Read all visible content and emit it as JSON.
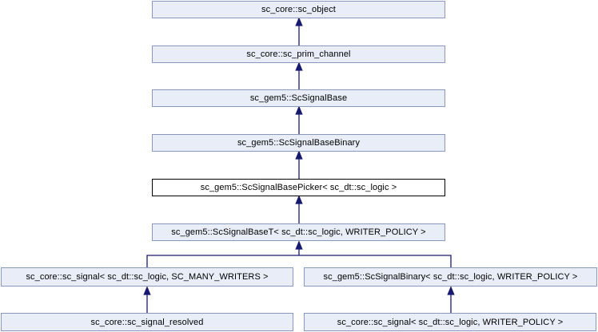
{
  "diagram": {
    "type": "class-inheritance",
    "tool_style": "doxygen",
    "nodes": [
      {
        "id": "sc-core-sc-object",
        "label": "sc_core::sc_object",
        "current": false
      },
      {
        "id": "sc-core-sc-prim-channel",
        "label": "sc_core::sc_prim_channel",
        "current": false
      },
      {
        "id": "sc-gem5-scsignalbase",
        "label": "sc_gem5::ScSignalBase",
        "current": false
      },
      {
        "id": "sc-gem5-scsignalbasebinary",
        "label": "sc_gem5::ScSignalBaseBinary",
        "current": false
      },
      {
        "id": "sc-gem5-scsignalbasepicker",
        "label": "sc_gem5::ScSignalBasePicker< sc_dt::sc_logic >",
        "current": true
      },
      {
        "id": "sc-gem5-scsignalbaset",
        "label": "sc_gem5::ScSignalBaseT< sc_dt::sc_logic, WRITER_POLICY >",
        "current": false
      },
      {
        "id": "sc-core-sc-signal-many-writers",
        "label": "sc_core::sc_signal< sc_dt::sc_logic, SC_MANY_WRITERS >",
        "current": false
      },
      {
        "id": "sc-gem5-scsignalbinary",
        "label": "sc_gem5::ScSignalBinary< sc_dt::sc_logic, WRITER_POLICY >",
        "current": false
      },
      {
        "id": "sc-core-sc-signal-resolved",
        "label": "sc_core::sc_signal_resolved",
        "current": false
      },
      {
        "id": "sc-core-sc-signal-writer-policy",
        "label": "sc_core::sc_signal< sc_dt::sc_logic, WRITER_POLICY >",
        "current": false
      }
    ],
    "edges": [
      {
        "derived": "sc_core::sc_prim_channel",
        "base": "sc_core::sc_object"
      },
      {
        "derived": "sc_gem5::ScSignalBase",
        "base": "sc_core::sc_prim_channel"
      },
      {
        "derived": "sc_gem5::ScSignalBaseBinary",
        "base": "sc_gem5::ScSignalBase"
      },
      {
        "derived": "sc_gem5::ScSignalBasePicker< sc_dt::sc_logic >",
        "base": "sc_gem5::ScSignalBaseBinary"
      },
      {
        "derived": "sc_gem5::ScSignalBaseT< sc_dt::sc_logic, WRITER_POLICY >",
        "base": "sc_gem5::ScSignalBasePicker< sc_dt::sc_logic >"
      },
      {
        "derived": "sc_core::sc_signal< sc_dt::sc_logic, SC_MANY_WRITERS >",
        "base": "sc_gem5::ScSignalBaseT< sc_dt::sc_logic, WRITER_POLICY >"
      },
      {
        "derived": "sc_gem5::ScSignalBinary< sc_dt::sc_logic, WRITER_POLICY >",
        "base": "sc_gem5::ScSignalBaseT< sc_dt::sc_logic, WRITER_POLICY >"
      },
      {
        "derived": "sc_core::sc_signal_resolved",
        "base": "sc_core::sc_signal< sc_dt::sc_logic, SC_MANY_WRITERS >"
      },
      {
        "derived": "sc_core::sc_signal< sc_dt::sc_logic, WRITER_POLICY >",
        "base": "sc_gem5::ScSignalBinary< sc_dt::sc_logic, WRITER_POLICY >"
      }
    ],
    "colors": {
      "node_fill": "#E8EDF7",
      "node_border": "#8999BE",
      "current_node_fill": "#FFFFFF",
      "current_node_border": "#000000",
      "edge": "#191970",
      "text": "#000000",
      "background": "#FFFFFF"
    }
  }
}
